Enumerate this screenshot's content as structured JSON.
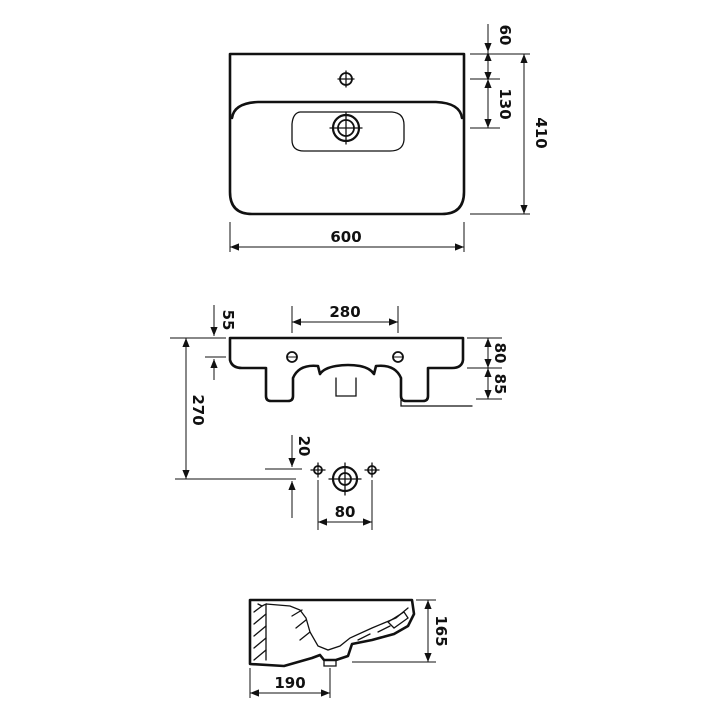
{
  "dimensions": {
    "top_depth_60": "60",
    "top_hole_130": "130",
    "top_depth_410": "410",
    "top_width_600": "600",
    "front_hole_spacing_280": "280",
    "front_offset_55": "55",
    "front_rim_80": "80",
    "front_apron_85": "85",
    "front_height_270": "270",
    "waste_offset_20": "20",
    "waste_spacing_80": "80",
    "side_height_165": "165",
    "side_depth_190": "190"
  }
}
